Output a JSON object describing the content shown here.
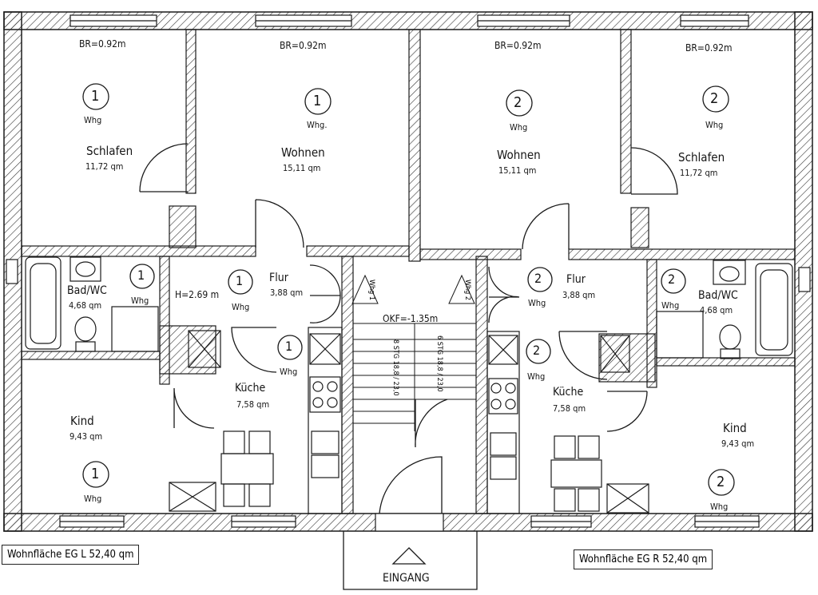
{
  "units": {
    "left": {
      "bedroom": {
        "br": "BR=0.92m",
        "num": "1",
        "whg": "Whg",
        "name": "Schlafen",
        "area": "11,72 qm"
      },
      "living": {
        "br": "BR=0.92m",
        "num": "1",
        "whg": "Whg.",
        "name": "Wohnen",
        "area": "15,11 qm"
      },
      "bath": {
        "name": "Bad/WC",
        "area": "4,68 qm",
        "num": "1",
        "whg": "Whg"
      },
      "hall": {
        "height": "H=2.69 m",
        "num": "1",
        "whg": "Whg",
        "name": "Flur",
        "area": "3,88 qm"
      },
      "kitchen": {
        "num": "1",
        "whg": "Whg",
        "name": "Küche",
        "area": "7,58 qm"
      },
      "child": {
        "name": "Kind",
        "area": "9,43 qm",
        "num": "1",
        "whg": "Whg"
      }
    },
    "right": {
      "bedroom": {
        "br": "BR=0.92m",
        "num": "2",
        "whg": "Whg",
        "name": "Schlafen",
        "area": "11,72 qm"
      },
      "living": {
        "br": "BR=0.92m",
        "num": "2",
        "whg": "Whg",
        "name": "Wohnen",
        "area": "15,11 qm"
      },
      "bath": {
        "name": "Bad/WC",
        "area": "4,68 qm",
        "num": "2",
        "whg": "Whg"
      },
      "hall": {
        "num": "2",
        "whg": "Whg",
        "name": "Flur",
        "area": "3,88 qm"
      },
      "kitchen": {
        "num": "2",
        "whg": "Whg",
        "name": "Küche",
        "area": "7,58 qm"
      },
      "child": {
        "name": "Kind",
        "area": "9,43 qm",
        "num": "2",
        "whg": "Whg"
      }
    }
  },
  "stair": {
    "okf": "OKF=-1.35m",
    "marker_left": "Whg 1",
    "marker_right": "Whg 2",
    "label_a": "8 STG 18,8 / 23,0",
    "label_b": "6 STG 18,8 / 23,0"
  },
  "summary": {
    "left": "Wohnfläche EG L    52,40 qm",
    "right": "Wohnfläche EG R    52,40 qm"
  },
  "entrance": {
    "label": "EINGANG"
  },
  "colors": {
    "line": "#1a1a1a",
    "paper": "#ffffff",
    "hatch": "#333333"
  }
}
